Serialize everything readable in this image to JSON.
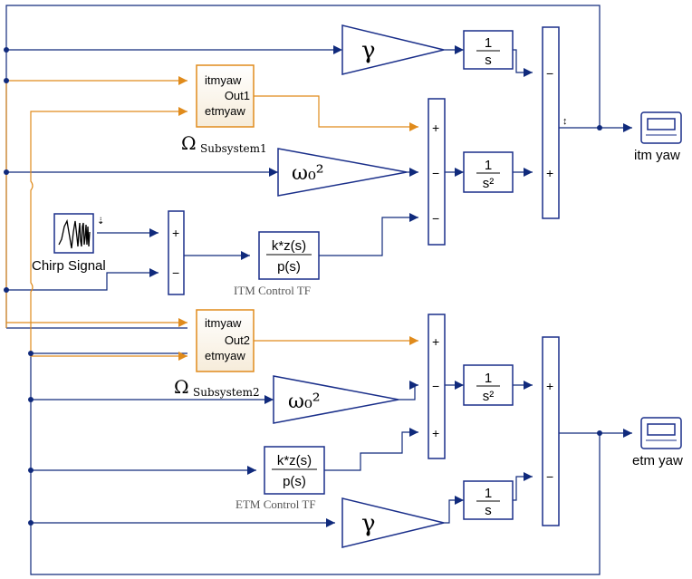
{
  "blocks": {
    "gamma_top": "γ",
    "gamma_bottom": "γ",
    "int_top_num": "1",
    "int_top_den": "s",
    "int2_top_num": "1",
    "int2_top_den": "s²",
    "int2_bot_num": "1",
    "int2_bot_den": "s²",
    "int_bot_num": "1",
    "int_bot_den": "s",
    "omega_top": "ω₀²",
    "omega_bottom": "ω₀²",
    "itm_tf_num": "k*z(s)",
    "itm_tf_den": "p(s)",
    "etm_tf_num": "k*z(s)",
    "etm_tf_den": "p(s)"
  },
  "subsystem1": {
    "in1": "itmyaw",
    "out": "Out1",
    "in2": "etmyaw",
    "label_symbol": "Ω",
    "label_sub": "Subsystem1"
  },
  "subsystem2": {
    "in1": "itmyaw",
    "out": "Out2",
    "in2": "etmyaw",
    "label_symbol": "Ω",
    "label_sub": "Subsystem2"
  },
  "labels": {
    "chirp": "Chirp Signal",
    "itm_tf": "ITM Control TF",
    "etm_tf": "ETM Control TF",
    "itm_scope": "itm yaw",
    "etm_scope": "etm yaw"
  },
  "signs": {
    "plus": "+",
    "minus": "−"
  },
  "colors": {
    "wire": "#102a7c",
    "subsystem_border": "#e08b1c"
  }
}
